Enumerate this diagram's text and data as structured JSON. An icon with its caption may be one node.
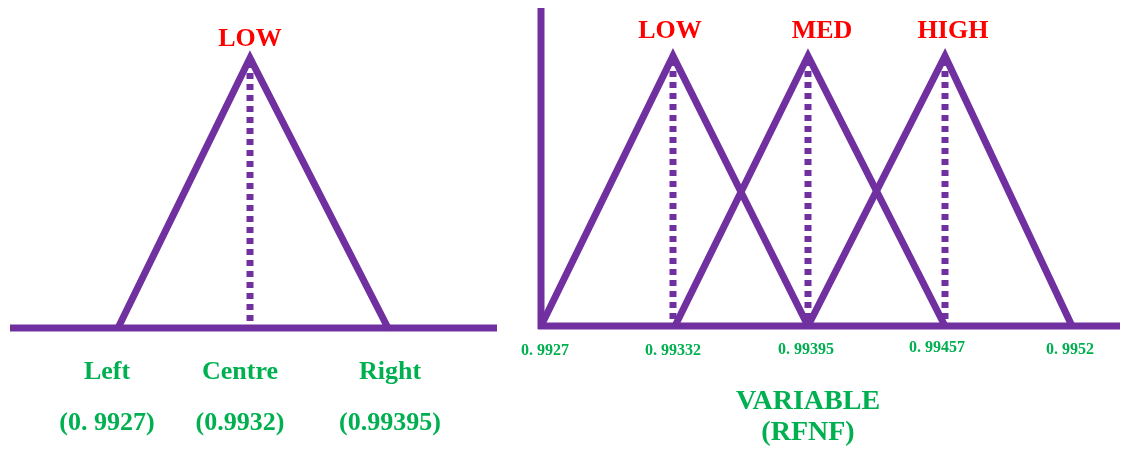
{
  "diagram": {
    "labels": [
      "LOW",
      "LOW",
      "MED",
      "HIGH",
      "0. 9927",
      "0. 99332",
      "0. 99395",
      "0. 99457",
      "0. 9952",
      "Left",
      "Centre",
      "Right",
      "VARIABLE (RFNF)",
      "(0. 9927)",
      "(0.9932)",
      "(0.99395)"
    ]
  }
}
